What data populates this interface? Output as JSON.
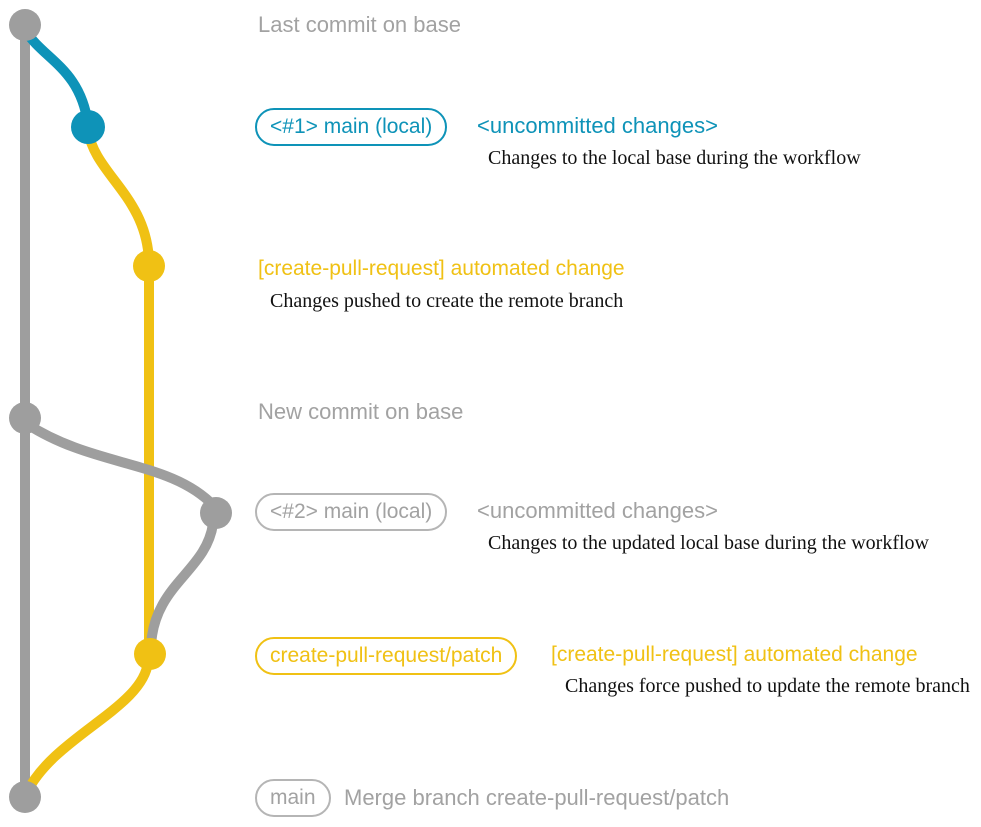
{
  "colors": {
    "gray": "#9e9e9e",
    "badge_gray": "#b5b5b5",
    "label_gray": "#a2a2a2",
    "teal": "#0e93b8",
    "yellow": "#f0c114",
    "ink": "#111111"
  },
  "graph": {
    "type": "git-branch-diagram",
    "branches": [
      "base",
      "main (local)",
      "create-pull-request/patch"
    ],
    "commit_dots": [
      {
        "id": "base-top",
        "color": "gray"
      },
      {
        "id": "local-1",
        "color": "teal"
      },
      {
        "id": "patch-1",
        "color": "yellow"
      },
      {
        "id": "base-new",
        "color": "gray"
      },
      {
        "id": "local-2",
        "color": "gray"
      },
      {
        "id": "patch-2",
        "color": "yellow"
      },
      {
        "id": "merge",
        "color": "gray"
      }
    ]
  },
  "rows": {
    "last_commit": {
      "text": "Last commit on base"
    },
    "local1": {
      "badge": "<#1> main (local)",
      "status": "<uncommitted changes>",
      "note": "Changes to the local base during the workflow"
    },
    "patch1": {
      "title": "[create-pull-request] automated change",
      "note": "Changes pushed to create the remote branch"
    },
    "new_commit": {
      "text": "New commit on base"
    },
    "local2": {
      "badge": "<#2> main (local)",
      "status": "<uncommitted changes>",
      "note": "Changes to the updated local base during the workflow"
    },
    "patch2": {
      "badge": "create-pull-request/patch",
      "title": "[create-pull-request] automated change",
      "note": "Changes force pushed to update the remote branch"
    },
    "merge": {
      "badge": "main",
      "text": "Merge branch create-pull-request/patch"
    }
  }
}
